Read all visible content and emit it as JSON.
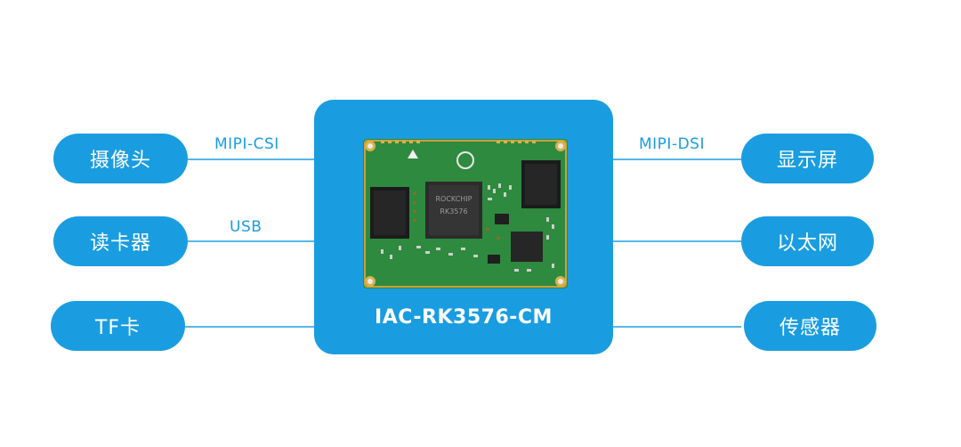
{
  "colors": {
    "accent": "#1a9de0",
    "line": "#57b6e8",
    "label_text": "#1a9de0",
    "pcb": "#2e8a3e"
  },
  "left_items": [
    {
      "label": "摄像头",
      "interface": "MIPI-CSI"
    },
    {
      "label": "读卡器",
      "interface": "USB"
    },
    {
      "label": "TF卡",
      "interface": ""
    }
  ],
  "right_items": [
    {
      "label": "显示屏",
      "interface": "MIPI-DSI"
    },
    {
      "label": "以太网",
      "interface": ""
    },
    {
      "label": "传感器",
      "interface": ""
    }
  ],
  "module": {
    "name": "IAC-RK3576-CM",
    "chip_brand": "ROCKCHIP",
    "chip_model": "RK3576"
  }
}
